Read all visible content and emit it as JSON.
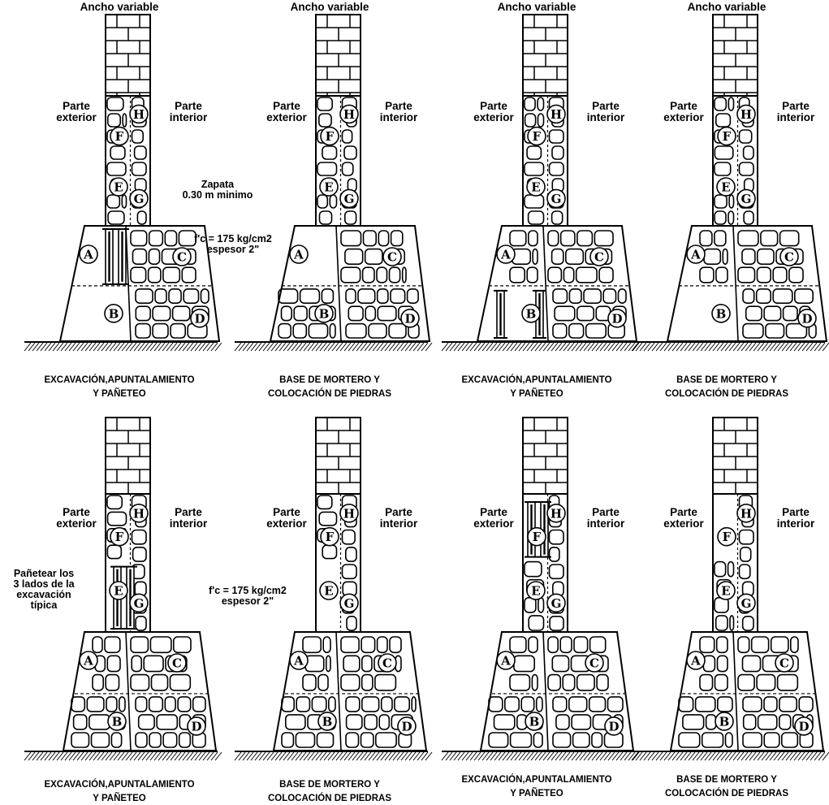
{
  "figure": {
    "rows": [
      {
        "panels": [
          {
            "title": "Ancho variable",
            "side_left": [
              "Parte",
              "exterior"
            ],
            "side_right": [
              "Parte",
              "interior"
            ],
            "caption": [
              "EXCAVACIÓN,APUNTALAMIENTO",
              "Y PAÑETEO"
            ],
            "annotations": [
              [
                "Zapata",
                "0.30 m minimo"
              ],
              [
                "f'c = 175 kg/cm2",
                "espesor 2\""
              ]
            ]
          },
          {
            "title": "Ancho variable",
            "side_left": [
              "Parte",
              "exterior"
            ],
            "side_right": [
              "Parte",
              "interior"
            ],
            "caption": [
              "BASE DE MORTERO Y",
              "COLOCACIÓN DE PIEDRAS"
            ],
            "annotations": []
          },
          {
            "title": "Ancho variable",
            "side_left": [
              "Parte",
              "exterior"
            ],
            "side_right": [
              "Parte",
              "interior"
            ],
            "caption": [
              "EXCAVACIÓN,APUNTALAMIENTO",
              "Y PAÑETEO"
            ],
            "annotations": []
          },
          {
            "title": "Ancho variable",
            "side_left": [
              "Parte",
              "exterior"
            ],
            "side_right": [
              "Parte",
              "interior"
            ],
            "caption": [
              "BASE DE MORTERO Y",
              "COLOCACIÓN DE PIEDRAS"
            ],
            "annotations": []
          }
        ]
      },
      {
        "panels": [
          {
            "title": "",
            "side_left": [
              "Parte",
              "exterior"
            ],
            "side_right": [
              "Parte",
              "interior"
            ],
            "caption": [
              "EXCAVACIÓN,APUNTALAMIENTO",
              "Y PAÑETEO"
            ],
            "annotations": [
              [
                "Pañetear los",
                "3 lados de la",
                "excavación",
                "típica"
              ]
            ]
          },
          {
            "title": "",
            "side_left": [
              "Parte",
              "exterior"
            ],
            "side_right": [
              "Parte",
              "interior"
            ],
            "caption": [
              "BASE DE MORTERO Y",
              "COLOCACIÓN DE PIEDRAS"
            ],
            "annotations": [
              [
                "f'c = 175 kg/cm2",
                "espesor 2\""
              ]
            ]
          },
          {
            "title": "",
            "side_left": [
              "Parte",
              "exterior"
            ],
            "side_right": [
              "Parte",
              "interior"
            ],
            "caption": [
              "EXCAVACIÓN,APUNTALAMIENTO",
              "Y PAÑETEO"
            ],
            "annotations": []
          },
          {
            "title": "",
            "side_left": [
              "Parte",
              "exterior"
            ],
            "side_right": [
              "Parte",
              "interior"
            ],
            "caption": [
              "BASE DE MORTERO Y",
              "COLOCACIÓN DE PIEDRAS"
            ],
            "annotations": []
          }
        ]
      }
    ],
    "section_letters": [
      "A",
      "B",
      "C",
      "D",
      "E",
      "F",
      "G",
      "H"
    ]
  }
}
